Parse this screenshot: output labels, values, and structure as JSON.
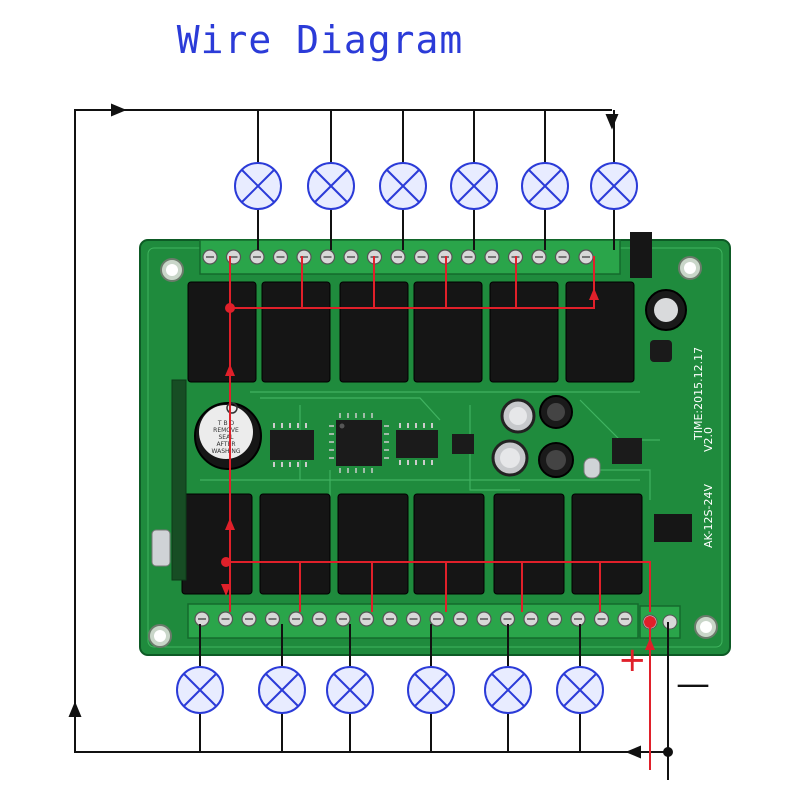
{
  "title": "Wire Diagram",
  "labels": {
    "plus": "+",
    "minus": "—"
  },
  "board": {
    "model": "AK-12S-24V",
    "date": "TIME:2015.12.17",
    "version": "V2.0",
    "buzzer_text": [
      "T B D",
      "REMOVE",
      "SEAL",
      "AFTER",
      "WASHING"
    ]
  },
  "lamps": {
    "top_count": 6,
    "bottom_count": 6
  },
  "colors": {
    "title": "#2b3bd8",
    "lamp_fill": "#e8ecff",
    "lamp_stroke": "#2b3bd8",
    "wire_black": "#111111",
    "wire_red": "#e0202a",
    "board": "#1e8a3c",
    "relay": "#151515",
    "terminal": "#2aa54a"
  }
}
